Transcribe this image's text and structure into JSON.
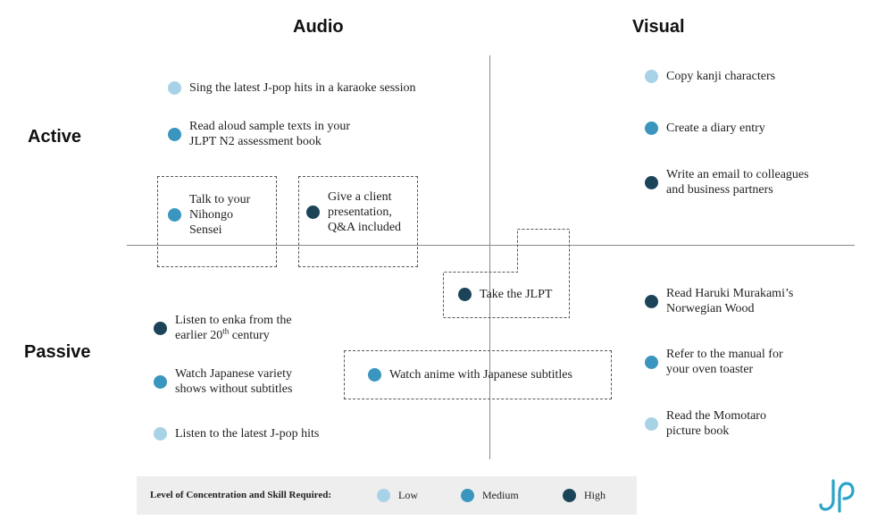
{
  "columns": {
    "audio": "Audio",
    "visual": "Visual"
  },
  "rows": {
    "active": "Active",
    "passive": "Passive"
  },
  "colors": {
    "low": "#a8d3e6",
    "medium": "#3a95bf",
    "high": "#1c4459"
  },
  "items": {
    "karaoke": {
      "text": "Sing the latest J-pop hits in a karaoke session",
      "level": "low"
    },
    "read_aloud": {
      "line1": "Read aloud sample texts in your",
      "line2": "JLPT N2 assessment book",
      "level": "medium"
    },
    "sensei": {
      "line1": "Talk to your",
      "line2": "Nihongo",
      "line3": "Sensei",
      "level": "medium"
    },
    "presentation": {
      "line1": "Give a client",
      "line2": "presentation,",
      "line3": "Q&A included",
      "level": "high"
    },
    "kanji": {
      "text": "Copy kanji characters",
      "level": "low"
    },
    "diary": {
      "text": "Create a diary entry",
      "level": "medium"
    },
    "email": {
      "line1": "Write an email to colleagues",
      "line2": "and business partners",
      "level": "high"
    },
    "jlpt": {
      "text": "Take the JLPT",
      "level": "high"
    },
    "enka": {
      "line1": "Listen to enka from the",
      "line2_pre": "earlier 20",
      "line2_sup": "th",
      "line2_post": " century",
      "level": "high"
    },
    "variety": {
      "line1": "Watch Japanese variety",
      "line2": "shows without subtitles",
      "level": "medium"
    },
    "jpop": {
      "text": "Listen to the latest J-pop hits",
      "level": "low"
    },
    "anime": {
      "text": "Watch anime with Japanese subtitles",
      "level": "medium"
    },
    "murakami": {
      "line1": "Read Haruki Murakami’s",
      "line2": "Norwegian Wood",
      "level": "high"
    },
    "manual": {
      "line1": "Refer to the manual for",
      "line2": "your oven toaster",
      "level": "medium"
    },
    "momotaro": {
      "line1": "Read the Momotaro",
      "line2": "picture book",
      "level": "low"
    }
  },
  "legend": {
    "title": "Level of Concentration and Skill Required:",
    "low": "Low",
    "medium": "Medium",
    "high": "High"
  },
  "logo": {
    "icon": "jp-logo-icon",
    "color": "#2aa3c9"
  }
}
